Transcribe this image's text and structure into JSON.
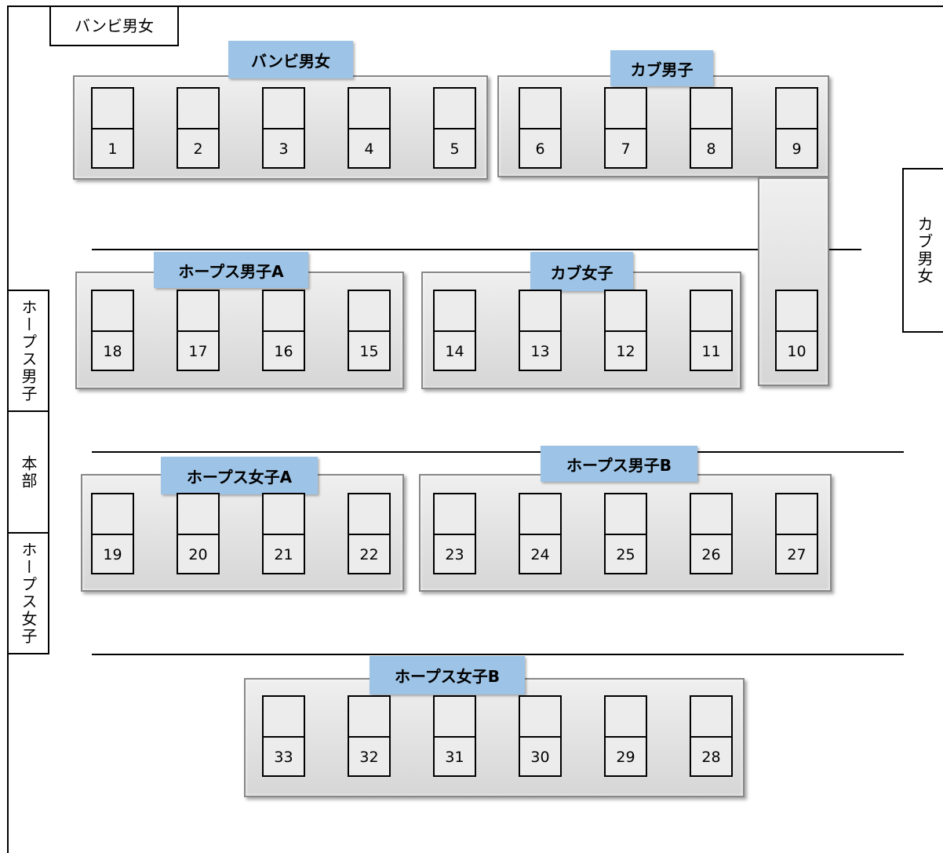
{
  "top_label": "バンビ男女",
  "right_label": "カブ男女",
  "left_labels": [
    "ホープス男子",
    "本部",
    "ホープス女子"
  ],
  "groups": [
    {
      "label": "バンビ男女",
      "booths": [
        "1",
        "2",
        "3",
        "4",
        "5"
      ]
    },
    {
      "label": "カブ男子",
      "booths": [
        "6",
        "7",
        "8",
        "9"
      ]
    },
    {
      "label": "ホープス男子A",
      "booths": [
        "18",
        "17",
        "16",
        "15"
      ]
    },
    {
      "label": "カブ女子",
      "booths": [
        "14",
        "13",
        "12",
        "11"
      ]
    },
    {
      "label": "",
      "booths": [
        "10"
      ]
    },
    {
      "label": "ホープス女子A",
      "booths": [
        "19",
        "20",
        "21",
        "22"
      ]
    },
    {
      "label": "ホープス男子B",
      "booths": [
        "23",
        "24",
        "25",
        "26",
        "27"
      ]
    },
    {
      "label": "ホープス女子B",
      "booths": [
        "33",
        "32",
        "31",
        "30",
        "29",
        "28"
      ]
    }
  ],
  "colors": {
    "tag": "#9dc3e6",
    "group_fill": "#e4e4e4",
    "booth_fill": "#ececec"
  }
}
